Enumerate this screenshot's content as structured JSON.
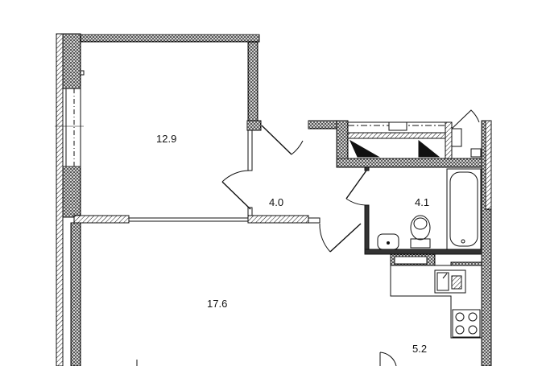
{
  "plan": {
    "rooms": [
      {
        "id": "bedroom",
        "area": "12.9"
      },
      {
        "id": "hallway",
        "area": "4.0"
      },
      {
        "id": "bathroom",
        "area": "4.1"
      },
      {
        "id": "living-room",
        "area": "17.6"
      },
      {
        "id": "kitchen",
        "area": "5.2"
      }
    ],
    "colors": {
      "line": "#111111",
      "background": "#ffffff"
    }
  }
}
